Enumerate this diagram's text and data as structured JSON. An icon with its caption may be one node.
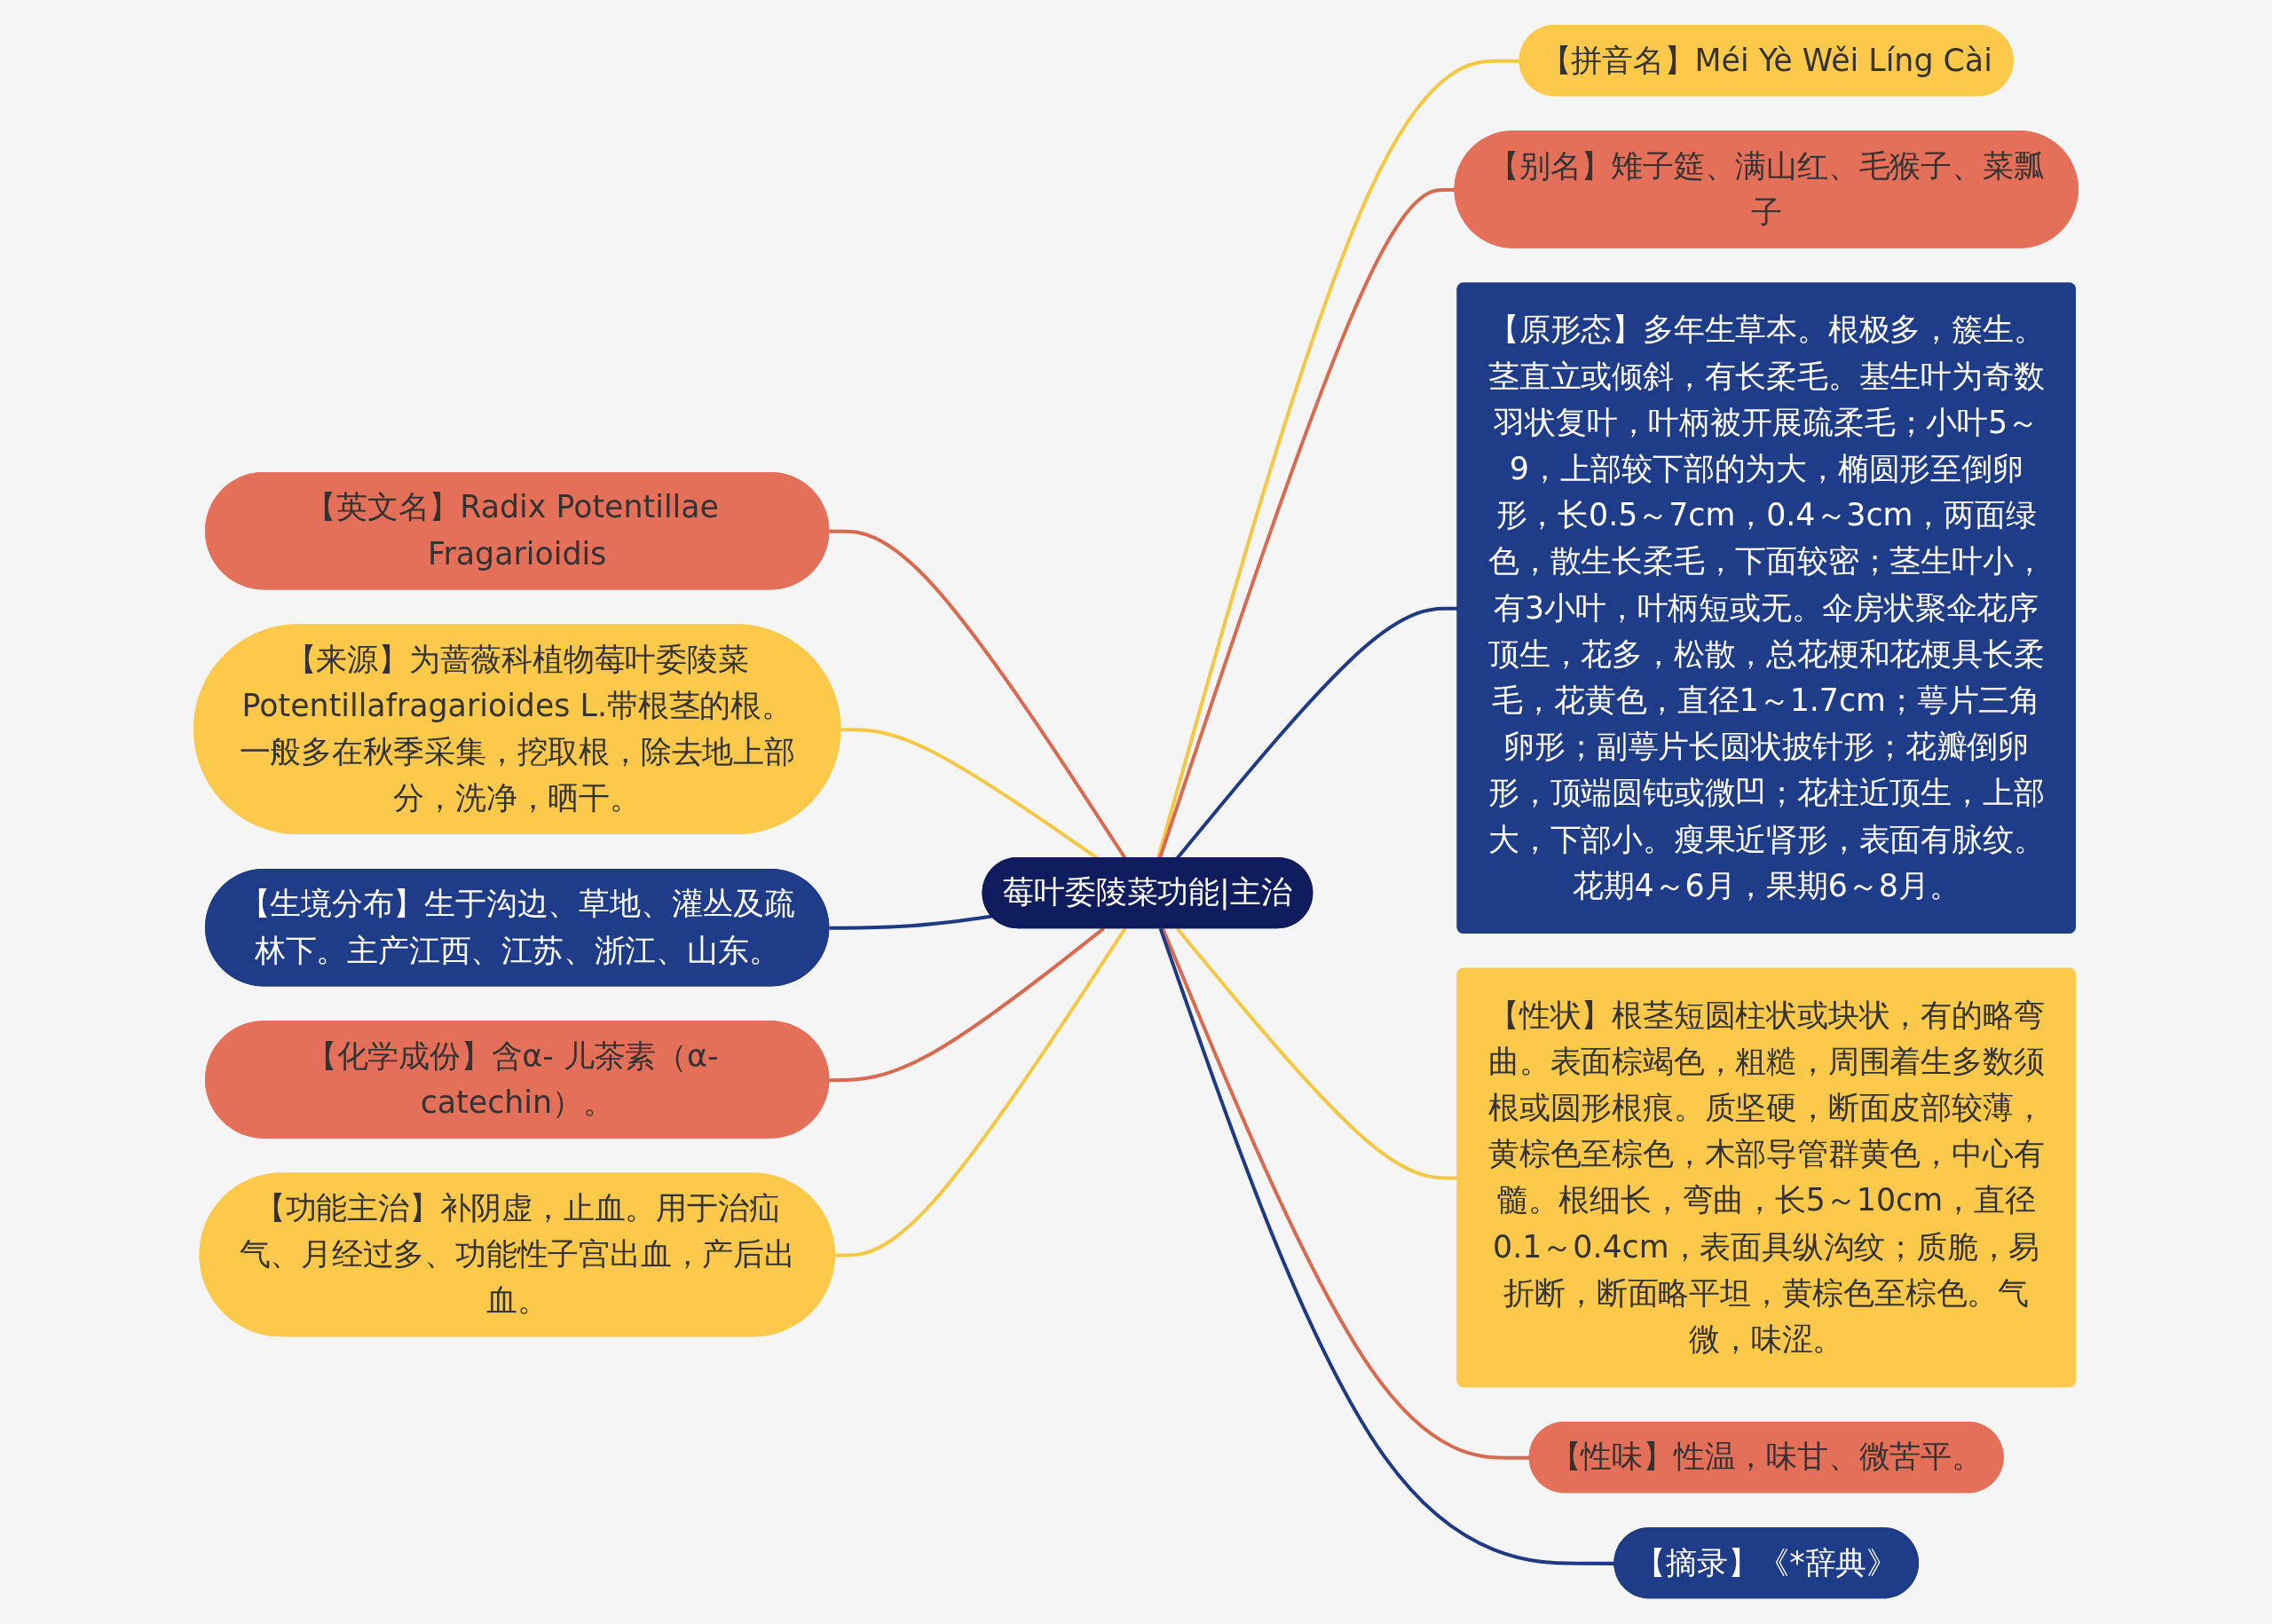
{
  "diagram": {
    "nodes": [
      {
        "text": [
          "莓叶委陵菜功能|主治"
        ]
      },
      {
        "text": [
          "【拼音名】Méi Yè Wěi Líng Cài"
        ]
      },
      {
        "text": [
          "【别名】雉子筵、满山红、毛猴子、菜瓢子"
        ]
      },
      {
        "text": [
          "【原形态】多年生草本。根极多，簇生。茎直立或倾斜，有长柔毛。基生叶为奇数羽状复叶，叶柄被开展疏柔毛；小叶5～9，上部较下部的为大，椭圆形至倒卵形，长0.5～7cm，0.4～3cm，两面绿色，散生长柔毛，下面较密；茎生叶小，有3小叶，叶柄短或无。伞房状聚伞花序顶生，花多，松散，总花梗和花梗具长柔毛，花黄色，直径1～1.7cm；萼片三角卵形；副萼片长圆状披针形；花瓣倒卵形，顶端圆钝或微凹；花柱近顶生，上部大，下部小。瘦果近肾形，表面有脉纹。花期4～6月，果期6～8月。"
        ]
      },
      {
        "text": [
          "【性状】根茎短圆柱状或块状，有的略弯曲。表面棕竭色，粗糙，周围着生多数须根或圆形根痕。质坚硬，断面皮部较薄，黄棕色至棕色，木部导管群黄色，中心有髓。根细长，弯曲，长5～10cm，直径0.1～0.4cm，表面具纵沟纹；质脆，易折断，断面略平坦，黄棕色至棕色。气微，味涩。"
        ]
      },
      {
        "text": [
          "【性味】性温，味甘、微苦平。"
        ]
      },
      {
        "text": [
          "【摘录】《*辞典》"
        ]
      },
      {
        "text": [
          "【英文名】Radix Potentillae Fragarioidis"
        ]
      },
      {
        "text": [
          "【来源】为蔷薇科植物莓叶委陵菜Potentillafragarioides L.带根茎的根。一般多在秋季采集，挖取根，除去地上部分，洗净，晒干。"
        ]
      },
      {
        "text": [
          "【生境分布】生于沟边、草地、灌丛及疏林下。主产江西、江苏、浙江、山东。"
        ]
      },
      {
        "text": [
          "【化学成份】含α- 儿茶素（α- catechin）。"
        ]
      },
      {
        "text": [
          "【功能主治】补阴虚，止血。用于治疝气、月经过多、功能性子宫出血，产后出血。"
        ]
      }
    ],
    "edges": [
      {
        "from": 0,
        "to": 1,
        "arrow": "none",
        "color": "#f5c843"
      },
      {
        "from": 0,
        "to": 2,
        "arrow": "none",
        "color": "#d96a4f"
      },
      {
        "from": 0,
        "to": 3,
        "arrow": "none",
        "color": "#1f3a85"
      },
      {
        "from": 0,
        "to": 4,
        "arrow": "none",
        "color": "#f5c843"
      },
      {
        "from": 0,
        "to": 5,
        "arrow": "none",
        "color": "#d96a4f"
      },
      {
        "from": 0,
        "to": 6,
        "arrow": "none",
        "color": "#1f3a85"
      },
      {
        "from": 7,
        "to": 0,
        "arrow": "none",
        "color": "#d96a4f"
      },
      {
        "from": 8,
        "to": 0,
        "arrow": "none",
        "color": "#f5c843"
      },
      {
        "from": 9,
        "to": 0,
        "arrow": "none",
        "color": "#1f3a85"
      },
      {
        "from": 10,
        "to": 0,
        "arrow": "none",
        "color": "#d96a4f"
      },
      {
        "from": 11,
        "to": 0,
        "arrow": "none",
        "color": "#f5c843"
      }
    ]
  }
}
